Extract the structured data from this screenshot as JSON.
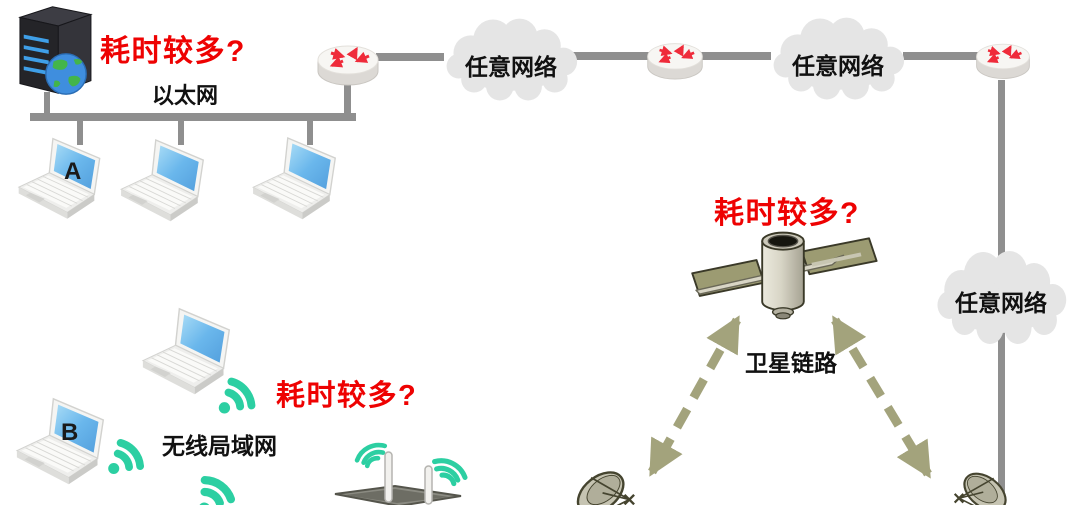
{
  "diagram": {
    "ethernet": {
      "warning_label": "耗时较多?",
      "name_label": "以太网",
      "host_a_label": "A"
    },
    "wan": {
      "cloud1_label": "任意网络",
      "cloud2_label": "任意网络",
      "cloud3_label": "任意网络"
    },
    "satellite": {
      "warning_label": "耗时较多?",
      "name_label": "卫星链路"
    },
    "wlan": {
      "warning_label": "耗时较多?",
      "name_label": "无线局域网",
      "host_b_label": "B"
    }
  },
  "colors": {
    "warning_text": "#ee0202",
    "label_text": "#111111",
    "link_line": "#8f8f8f",
    "cloud_fill": "#e5e5e5",
    "wifi_signal": "#2ccfa2",
    "satellite_olive": "#9c9b72",
    "arrow_olive": "#a3a37c",
    "laptop_screen_blue": "#64b2e8",
    "router_arrow_red": "#ef2b3a"
  },
  "icons": {
    "server": "server-with-globe-icon",
    "router": "router-icon",
    "laptop": "laptop-icon",
    "wifi": "wifi-signal-icon",
    "satellite": "satellite-icon",
    "dish": "satellite-dish-icon",
    "access_point": "wireless-access-point-icon",
    "cloud": "network-cloud-shape"
  }
}
